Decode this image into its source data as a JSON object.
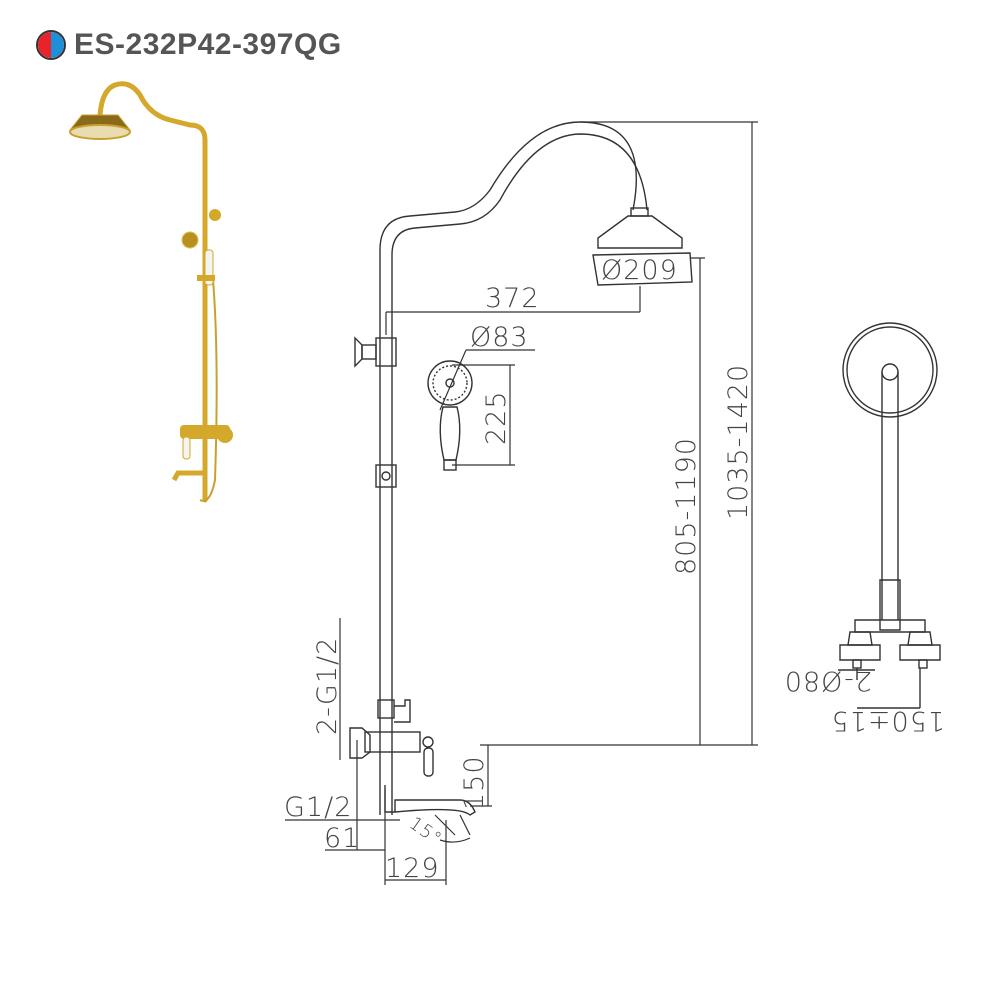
{
  "header": {
    "model_code": "ES-232P42-397QG",
    "hot_color": "#e8232a",
    "cold_color": "#1e8fd8"
  },
  "product_photo": {
    "icon": "gold-shower-system-photo",
    "finish_color": "#d4a82a"
  },
  "drawing": {
    "dimensions": {
      "head_diameter": "Ø209",
      "arm_reach": "372",
      "hand_shower_diameter": "Ø83",
      "hand_shower_length": "225",
      "head_height_range": "805-1190",
      "total_height_range": "1035-1420",
      "inlet_thread": "2-G1/2",
      "spout_height": "150",
      "outlet_thread": "G1/2",
      "wall_offset": "61",
      "spout_reach": "129",
      "spout_angle": "15°",
      "flange_diameter": "2-Ø80",
      "center_distance": "150±15"
    }
  }
}
